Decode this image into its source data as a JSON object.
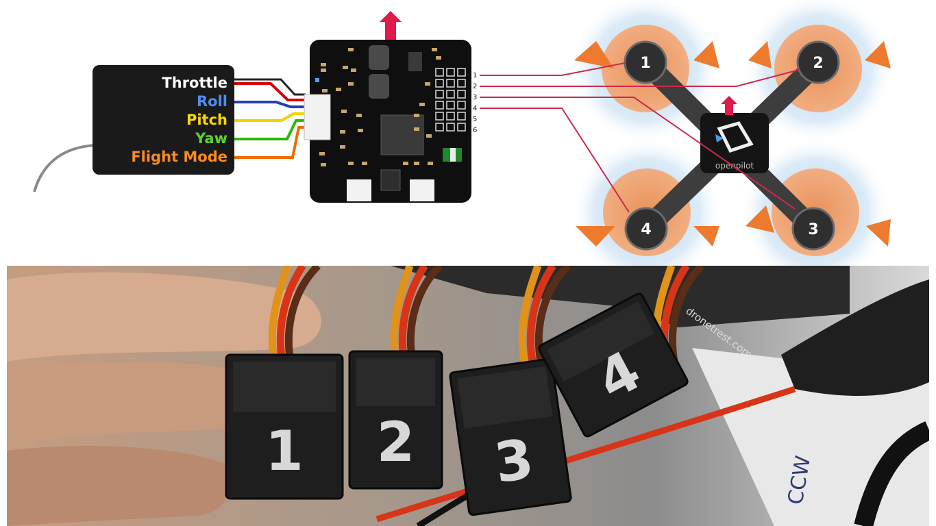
{
  "receiver": {
    "channels": [
      {
        "label": "Throttle",
        "color": "#ffffff",
        "wire": "#d40000"
      },
      {
        "label": "Roll",
        "color": "#4f8df2",
        "wire": "#1d3fbf"
      },
      {
        "label": "Pitch",
        "color": "#ffd800",
        "wire": "#f2d400"
      },
      {
        "label": "Yaw",
        "color": "#5fd12f",
        "wire": "#2fb800"
      },
      {
        "label": "Flight Mode",
        "color": "#ff8a1f",
        "wire": "#f06a00"
      }
    ]
  },
  "controller": {
    "outputs": [
      "1",
      "2",
      "3",
      "4",
      "5",
      "6"
    ]
  },
  "quad": {
    "brand": "openpilot",
    "motors": [
      "1",
      "2",
      "3",
      "4"
    ]
  },
  "photo": {
    "connectors": [
      "1",
      "2",
      "3",
      "4"
    ],
    "watermark": "dronetrest.com",
    "frame_marking": "CCW"
  },
  "colors": {
    "accent": "#ee7a2e",
    "signal_line": "#cc2a4a",
    "board": "#0f0f0f"
  }
}
